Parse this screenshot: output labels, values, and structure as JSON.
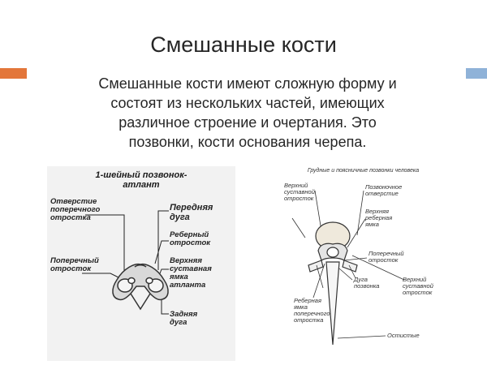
{
  "slide": {
    "title": "Смешанные кости",
    "body_lines": [
      "Смешанные кости имеют сложную форму и",
      "состоят из нескольких частей, имеющих",
      "различное строение и очертания. Это",
      "позвонки, кости основания черепа."
    ]
  },
  "figure_left": {
    "caption": [
      "1-шейный позвонок-",
      "атлант"
    ],
    "labels": {
      "transverse_foramen": [
        "Отверстие",
        "поперечного",
        "отростка"
      ],
      "transverse_process": [
        "Поперечный",
        "отросток"
      ],
      "anterior_arch": [
        "Передняя",
        "дуга"
      ],
      "costal_process": [
        "Реберный",
        "отросток"
      ],
      "superior_articular_fossa": [
        "Верхняя",
        "суставная",
        "ямка",
        "атланта"
      ],
      "posterior_arch": [
        "Задняя",
        "дуга"
      ]
    }
  },
  "figure_right": {
    "caption": "Грудные и поясничные позвонки человека",
    "labels": {
      "superior_articular_process": [
        "Верхний",
        "суставной",
        "отросток"
      ],
      "vertebral_foramen": [
        "Позвоночное",
        "отверстие"
      ],
      "superior_costal_fossa": [
        "Верхняя",
        "реберная",
        "ямка"
      ],
      "transverse_process": [
        "Поперечный",
        "отросток"
      ],
      "vertebral_arch": [
        "Дуга",
        "позвонка"
      ],
      "superior_articular_process_2": [
        "Верхний",
        "суставной",
        "отросток"
      ],
      "transverse_costal_fossa": [
        "Реберная",
        "ямка",
        "поперечного",
        "отростка"
      ],
      "spinous_process": [
        "Остистые"
      ]
    }
  },
  "colors": {
    "accent_left": "#e3763a",
    "accent_right": "#8fb2d8"
  }
}
